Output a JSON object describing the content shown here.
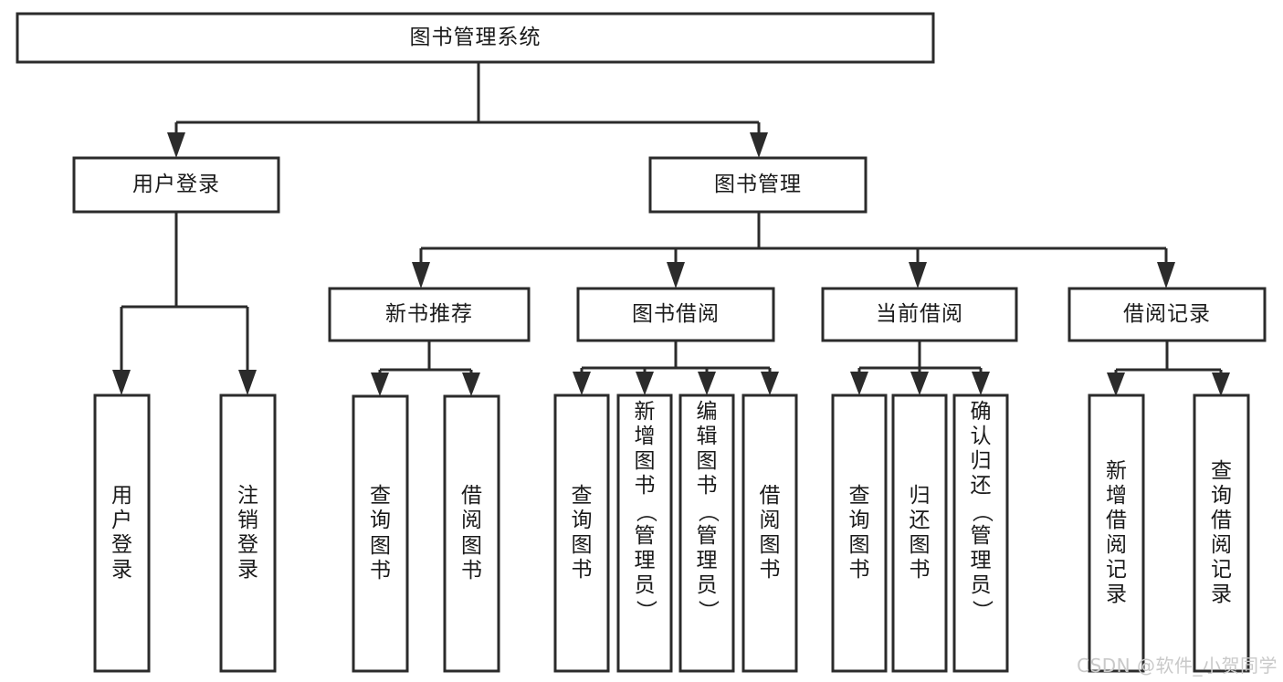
{
  "diagram": {
    "title": "图书管理系统",
    "type": "tree",
    "orientation": "top-down",
    "colors": {
      "box_fill": "#ffffff",
      "box_stroke": "#2b2b2b",
      "text": "#1a1a1a",
      "background": "#ffffff",
      "watermark": "#c9c9c9"
    },
    "root": {
      "label": "图书管理系统",
      "text_orientation": "horizontal"
    },
    "level2": [
      {
        "label": "用户登录",
        "text_orientation": "horizontal"
      },
      {
        "label": "图书管理",
        "text_orientation": "horizontal"
      }
    ],
    "level3": [
      {
        "label": "新书推荐",
        "text_orientation": "horizontal",
        "parent": "图书管理"
      },
      {
        "label": "图书借阅",
        "text_orientation": "horizontal",
        "parent": "图书管理"
      },
      {
        "label": "当前借阅",
        "text_orientation": "horizontal",
        "parent": "图书管理"
      },
      {
        "label": "借阅记录",
        "text_orientation": "horizontal",
        "parent": "图书管理"
      }
    ],
    "leaves": {
      "user_login": [
        {
          "label": "用户登录",
          "chars": [
            "用",
            "户",
            "登",
            "录"
          ],
          "align": "middle"
        },
        {
          "label": "注销登录",
          "chars": [
            "注",
            "销",
            "登",
            "录"
          ],
          "align": "middle"
        }
      ],
      "new_book_recommend": [
        {
          "label": "查询图书",
          "chars": [
            "查",
            "询",
            "图",
            "书"
          ],
          "align": "middle"
        },
        {
          "label": "借阅图书",
          "chars": [
            "借",
            "阅",
            "图",
            "书"
          ],
          "align": "middle"
        }
      ],
      "book_borrow": [
        {
          "label": "查询图书",
          "chars": [
            "查",
            "询",
            "图",
            "书"
          ],
          "align": "middle"
        },
        {
          "label": "新增图书（管理员）",
          "chars": [
            "新",
            "增",
            "图",
            "书",
            "（",
            "管",
            "理",
            "员",
            "）"
          ],
          "align": "top"
        },
        {
          "label": "编辑图书（管理员）",
          "chars": [
            "编",
            "辑",
            "图",
            "书",
            "（",
            "管",
            "理",
            "员",
            "）"
          ],
          "align": "top"
        },
        {
          "label": "借阅图书",
          "chars": [
            "借",
            "阅",
            "图",
            "书"
          ],
          "align": "middle"
        }
      ],
      "current_borrow": [
        {
          "label": "查询图书",
          "chars": [
            "查",
            "询",
            "图",
            "书"
          ],
          "align": "middle"
        },
        {
          "label": "归还图书",
          "chars": [
            "归",
            "还",
            "图",
            "书"
          ],
          "align": "middle"
        },
        {
          "label": "确认归还（管理员）",
          "chars": [
            "确",
            "认",
            "归",
            "还",
            "（",
            "管",
            "理",
            "员",
            "）"
          ],
          "align": "top"
        }
      ],
      "borrow_record": [
        {
          "label": "新增借阅记录",
          "chars": [
            "新",
            "增",
            "借",
            "阅",
            "记",
            "录"
          ],
          "align": "middle"
        },
        {
          "label": "查询借阅记录",
          "chars": [
            "查",
            "询",
            "借",
            "阅",
            "记",
            "录"
          ],
          "align": "middle"
        }
      ]
    },
    "watermark": "CSDN @软件_小贺同学"
  }
}
